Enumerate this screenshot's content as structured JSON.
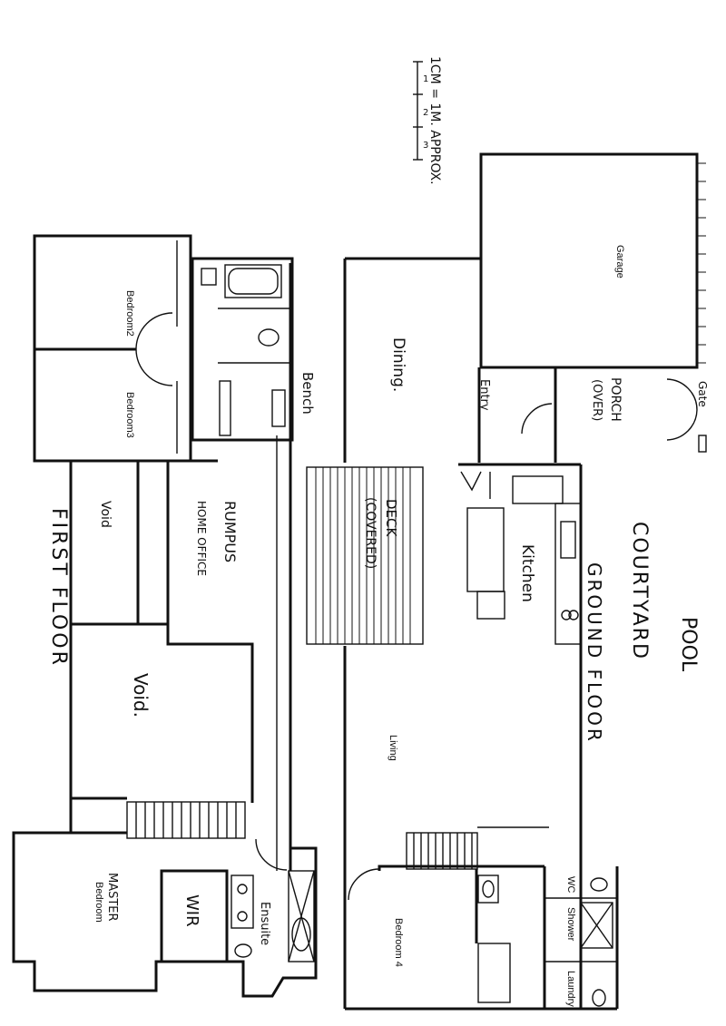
{
  "scale_note": {
    "text": "1CM = 1M. APPROX.",
    "ticks": [
      "1",
      "2",
      "3"
    ]
  },
  "first_floor": {
    "heading": "FIRST FLOOR",
    "rooms": {
      "bedroom2": "Bedroom2",
      "bedroom3": "Bedroom3",
      "void_small": "Void",
      "void_large": "Void.",
      "rumpus": "RUMPUS",
      "home_office": "HOME OFFICE",
      "bench": "Bench",
      "master": "MASTER",
      "master_bedroom": "Bedroom",
      "wir": "WIR",
      "ensuite": "Ensuite"
    }
  },
  "ground_floor": {
    "heading": "GROUND FLOOR",
    "rooms": {
      "garage": "Garage",
      "dining": "Dining.",
      "entry": "Entry",
      "porch": "PORCH",
      "porch_note": "(OVER)",
      "gate": "Gate",
      "deck": "DECK",
      "deck_note": "(COVERED)",
      "kitchen": "Kitchen",
      "courtyard": "COURTYARD",
      "pool": "POOL",
      "living": "Living",
      "bedroom4": "Bedroom 4",
      "wc": "WC",
      "shower": "Shower",
      "laundry": "Laundry"
    }
  }
}
